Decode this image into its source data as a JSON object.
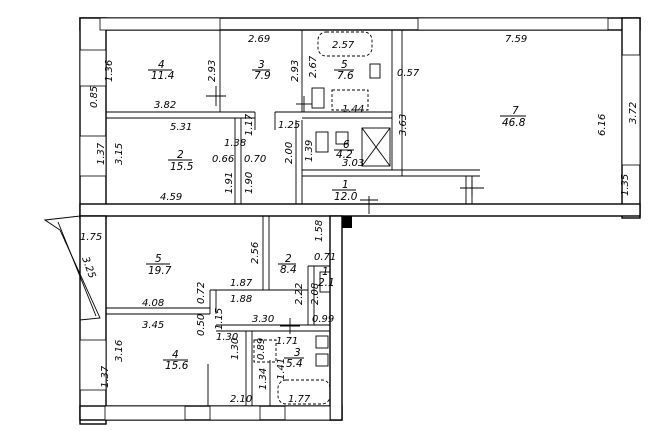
{
  "floor_plan": {
    "apartment_north": {
      "rooms": [
        {
          "id": "n4",
          "number": "4",
          "area": "11.4"
        },
        {
          "id": "n3",
          "number": "3",
          "area": "7.9"
        },
        {
          "id": "n5",
          "number": "5",
          "area": "7.6"
        },
        {
          "id": "n7",
          "number": "7",
          "area": "46.8"
        },
        {
          "id": "n2",
          "number": "2",
          "area": "15.5"
        },
        {
          "id": "n6",
          "number": "6",
          "area": "4.2"
        },
        {
          "id": "n1",
          "number": "1",
          "area": "12.0"
        }
      ],
      "dimensions": {
        "d_2_69": "2.69",
        "d_2_57": "2.57",
        "d_7_59": "7.59",
        "d_1_36": "1.36",
        "d_2_93a": "2.93",
        "d_2_93b": "2.93",
        "d_2_67": "2.67",
        "d_0_57": "0.57",
        "d_3_72": "3.72",
        "d_0_85": "0.85",
        "d_3_82": "3.82",
        "d_1_44": "1.44",
        "d_3_63": "3.63",
        "d_6_16": "6.16",
        "d_5_31": "5.31",
        "d_1_17": "1.17",
        "d_1_25": "1.25",
        "d_1_38": "1.38",
        "d_1_39": "1.39",
        "d_1_37": "1.37",
        "d_3_15": "3.15",
        "d_0_66": "0.66",
        "d_0_70": "0.70",
        "d_2_00": "2.00",
        "d_3_03": "3.03",
        "d_1_91": "1.91",
        "d_1_90": "1.90",
        "d_1_35": "1.35",
        "d_4_59": "4.59"
      }
    },
    "apartment_south": {
      "rooms": [
        {
          "id": "s5",
          "number": "5",
          "area": "19.7"
        },
        {
          "id": "s2",
          "number": "2",
          "area": "8.4"
        },
        {
          "id": "s1",
          "number": "1",
          "area": "2.1"
        },
        {
          "id": "s4",
          "number": "4",
          "area": "15.6"
        },
        {
          "id": "s3",
          "number": "3",
          "area": "5.4"
        }
      ],
      "dimensions": {
        "d_1_75": "1.75",
        "d_3_25": "3.25",
        "d_2_56": "2.56",
        "d_1_58": "1.58",
        "d_0_71": "0.71",
        "d_1_87": "1.87",
        "d_2_22": "2.22",
        "d_2_08": "2.08",
        "d_4_08": "4.08",
        "d_0_72": "0.72",
        "d_1_88": "1.88",
        "d_0_99": "0.99",
        "d_3_45": "3.45",
        "d_0_50": "0.50",
        "d_1_15": "1.15",
        "d_3_30": "3.30",
        "d_1_30a": "1.30",
        "d_3_16": "3.16",
        "d_1_30b": "1.30",
        "d_0_89": "0.89",
        "d_1_71": "1.71",
        "d_1_37": "1.37",
        "d_1_34": "1.34",
        "d_1_41": "1.41",
        "d_2_10": "2.10",
        "d_1_77": "1.77"
      }
    }
  }
}
